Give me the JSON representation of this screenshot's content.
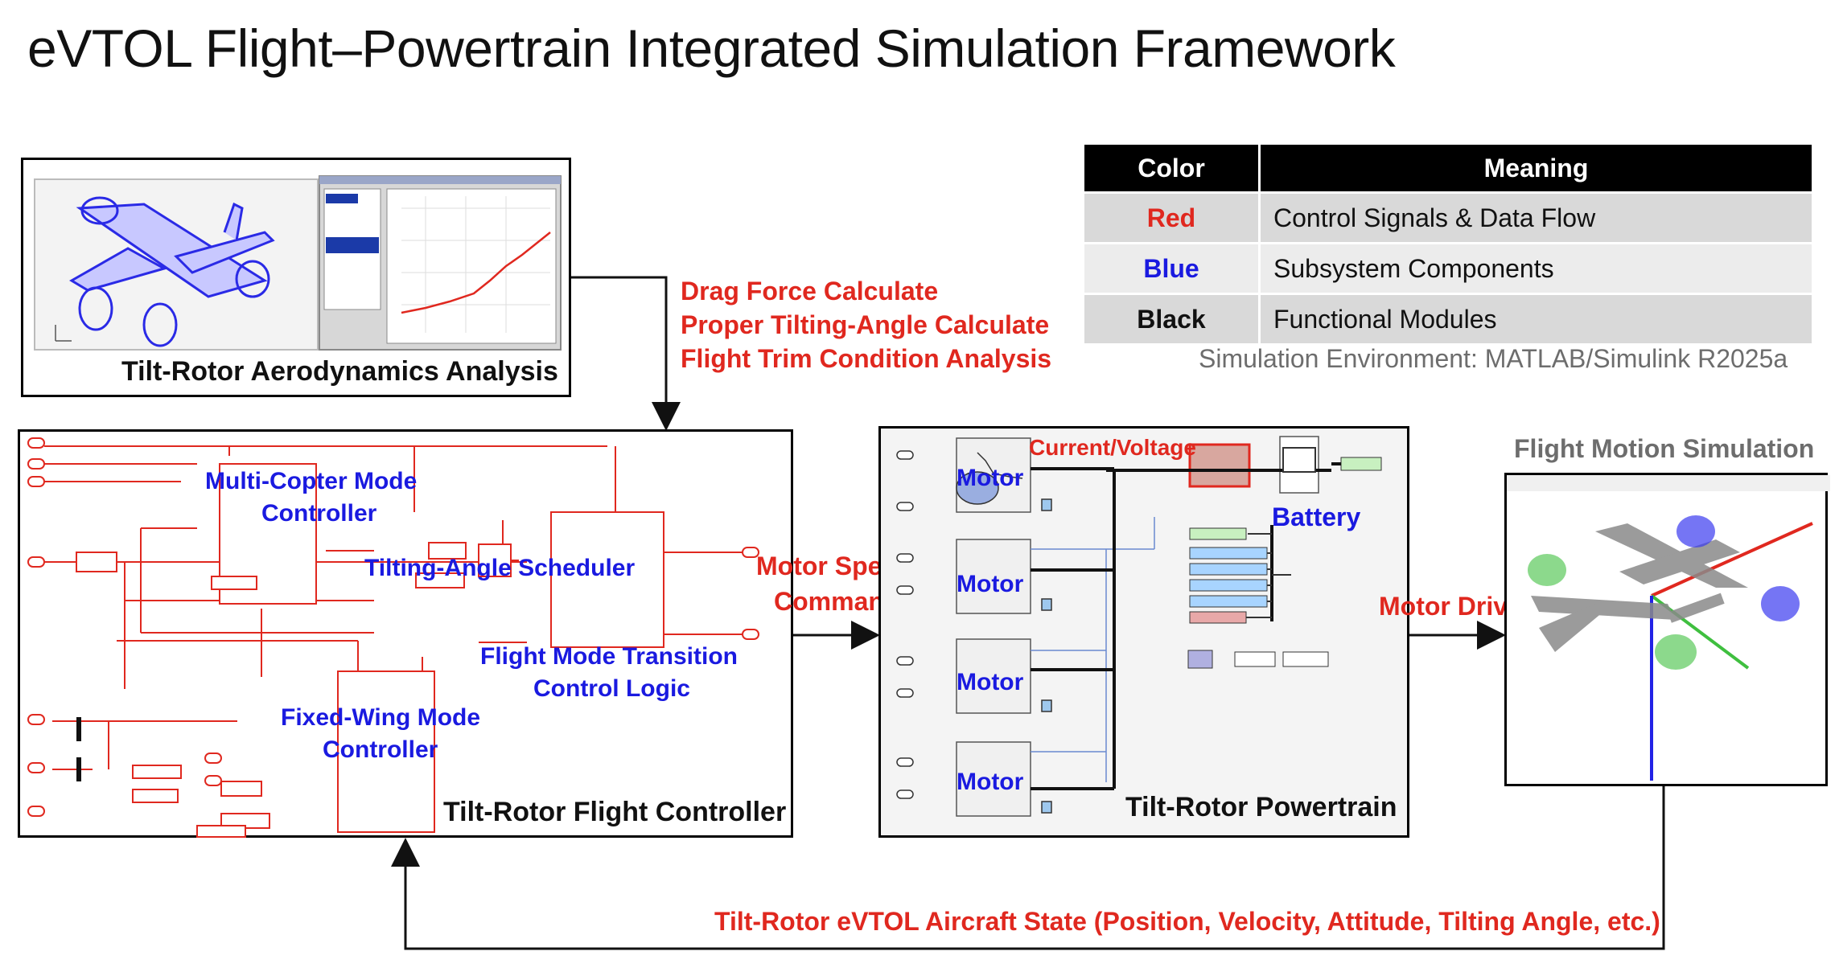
{
  "title": "eVTOL Flight–Powertrain Integrated Simulation Framework",
  "legend": {
    "headers": [
      "Color",
      "Meaning"
    ],
    "rows": [
      {
        "color": "Red",
        "meaning": "Control Signals & Data Flow",
        "hex": "#e0281f"
      },
      {
        "color": "Blue",
        "meaning": "Subsystem Components",
        "hex": "#1a1ae0"
      },
      {
        "color": "Black",
        "meaning": "Functional Modules",
        "hex": "#111111"
      }
    ],
    "environment": "Simulation Environment: MATLAB/Simulink R2025a"
  },
  "aero": {
    "label": "Tilt-Rotor Aerodynamics Analysis",
    "outputs": [
      "Drag Force Calculate",
      "Proper Tilting-Angle Calculate",
      "Flight Trim Condition Analysis"
    ]
  },
  "controller": {
    "label": "Tilt-Rotor Flight Controller",
    "blocks": {
      "multicopter_1": "Multi-Copter Mode",
      "multicopter_2": "Controller",
      "tilting": "Tilting-Angle Scheduler",
      "transition_1": "Flight Mode Transition",
      "transition_2": "Control Logic",
      "fixedwing_1": "Fixed-Wing Mode",
      "fixedwing_2": "Controller"
    }
  },
  "motor_speed_1": "Motor Speed",
  "motor_speed_2": "Command",
  "powertrain": {
    "label": "Tilt-Rotor Powertrain",
    "current_voltage": "Current/Voltage",
    "battery": "Battery",
    "motor": "Motor"
  },
  "motor_drive": "Motor Drive",
  "flight_motion": "Flight Motion Simulation",
  "state_feedback": "Tilt-Rotor eVTOL Aircraft State (Position, Velocity, Attitude, Tilting Angle, etc.)",
  "colors": {
    "red": "#e0281f",
    "blue": "#1a1ae0",
    "black": "#111111",
    "gray": "#6d6d6d"
  }
}
